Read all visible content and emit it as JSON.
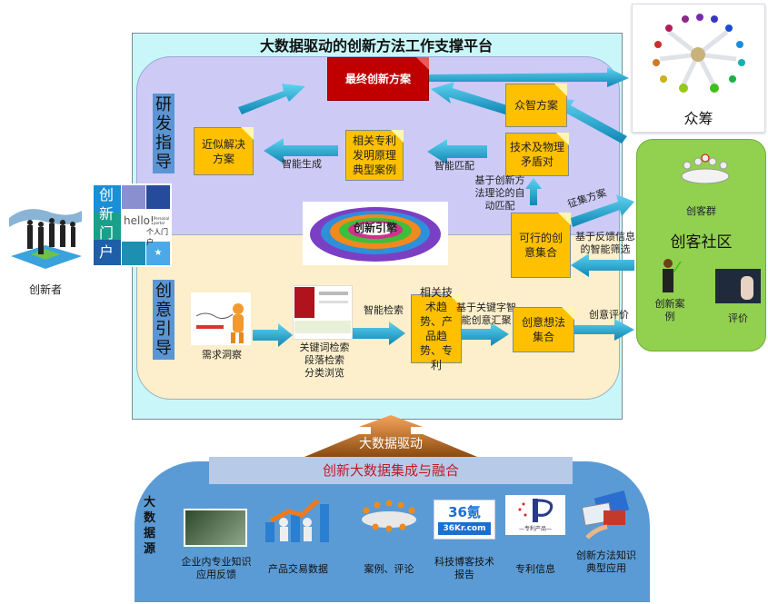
{
  "platform": {
    "title": "大数据驱动的创新方法工作支撑平台",
    "research_zone": {
      "label": "研发指导",
      "final_solution": "最终创新方案",
      "approx_solution": "近似解决方案",
      "patent_cases": "相关专利发明原理典型案例",
      "crowd_solution": "众智方案",
      "contradiction": "技术及物理矛盾对",
      "arrow_generate": "智能生成",
      "arrow_match": "智能匹配",
      "arrow_auto_match": "基于创新方法理论的自动匹配"
    },
    "engine_label": "创新引擎",
    "idea_zone": {
      "label": "创意引导",
      "demand_insight": "需求洞察",
      "search_modes": [
        "关键词检索",
        "段落检索",
        "分类浏览"
      ],
      "arrow_smart_search": "智能检索",
      "trends": "相关技术趋势、产品趋势、专利",
      "arrow_aggregate": "基于关键字智能创意汇聚",
      "idea_set": "创意想法集合",
      "feasible_set": "可行的创意集合"
    },
    "arrow_collect": "征集方案",
    "arrow_feedback": "基于反馈信息的智能筛选",
    "arrow_evaluate": "创意评价"
  },
  "innovator": {
    "label": "创新者"
  },
  "portal": {
    "title": "创新门户",
    "hello": "hello!",
    "subtitle": "Personal portal",
    "personal": "个人门户"
  },
  "crowdfunding": {
    "label": "众筹"
  },
  "maker_community": {
    "title": "创客社区",
    "group": "创客群",
    "cases": "创新案例",
    "review": "评价"
  },
  "bigdata": {
    "drive_label": "大数据驱动",
    "fusion_label": "创新大数据集成与融合",
    "side_label": "大数据源",
    "sources": [
      {
        "label": "企业内专业知识应用反馈",
        "icon": "engineer-photo-icon"
      },
      {
        "label": "产品交易数据",
        "icon": "handshake-growth-icon"
      },
      {
        "label": "案例、评论",
        "icon": "meeting-table-icon"
      },
      {
        "label": "科技博客技术报告",
        "icon": "36kr-logo-icon",
        "logo_text": "36氪",
        "logo_sub": "36Kr.com"
      },
      {
        "label": "专利信息",
        "icon": "patent-logo-icon",
        "logo_sub": "—专利产品—"
      },
      {
        "label": "创新方法知识典型应用",
        "icon": "devices-touch-icon"
      }
    ]
  },
  "colors": {
    "platform_bg": "#c9f7f9",
    "research_bg": "#cdcbf6",
    "idea_bg": "#fdefcc",
    "note": "#ffc000",
    "final": "#c00000",
    "arrow": "#1fa6cf",
    "maker_bg": "#92d050",
    "bigdata_bg": "#5b9bd5",
    "fusion_text": "#c0192b"
  }
}
